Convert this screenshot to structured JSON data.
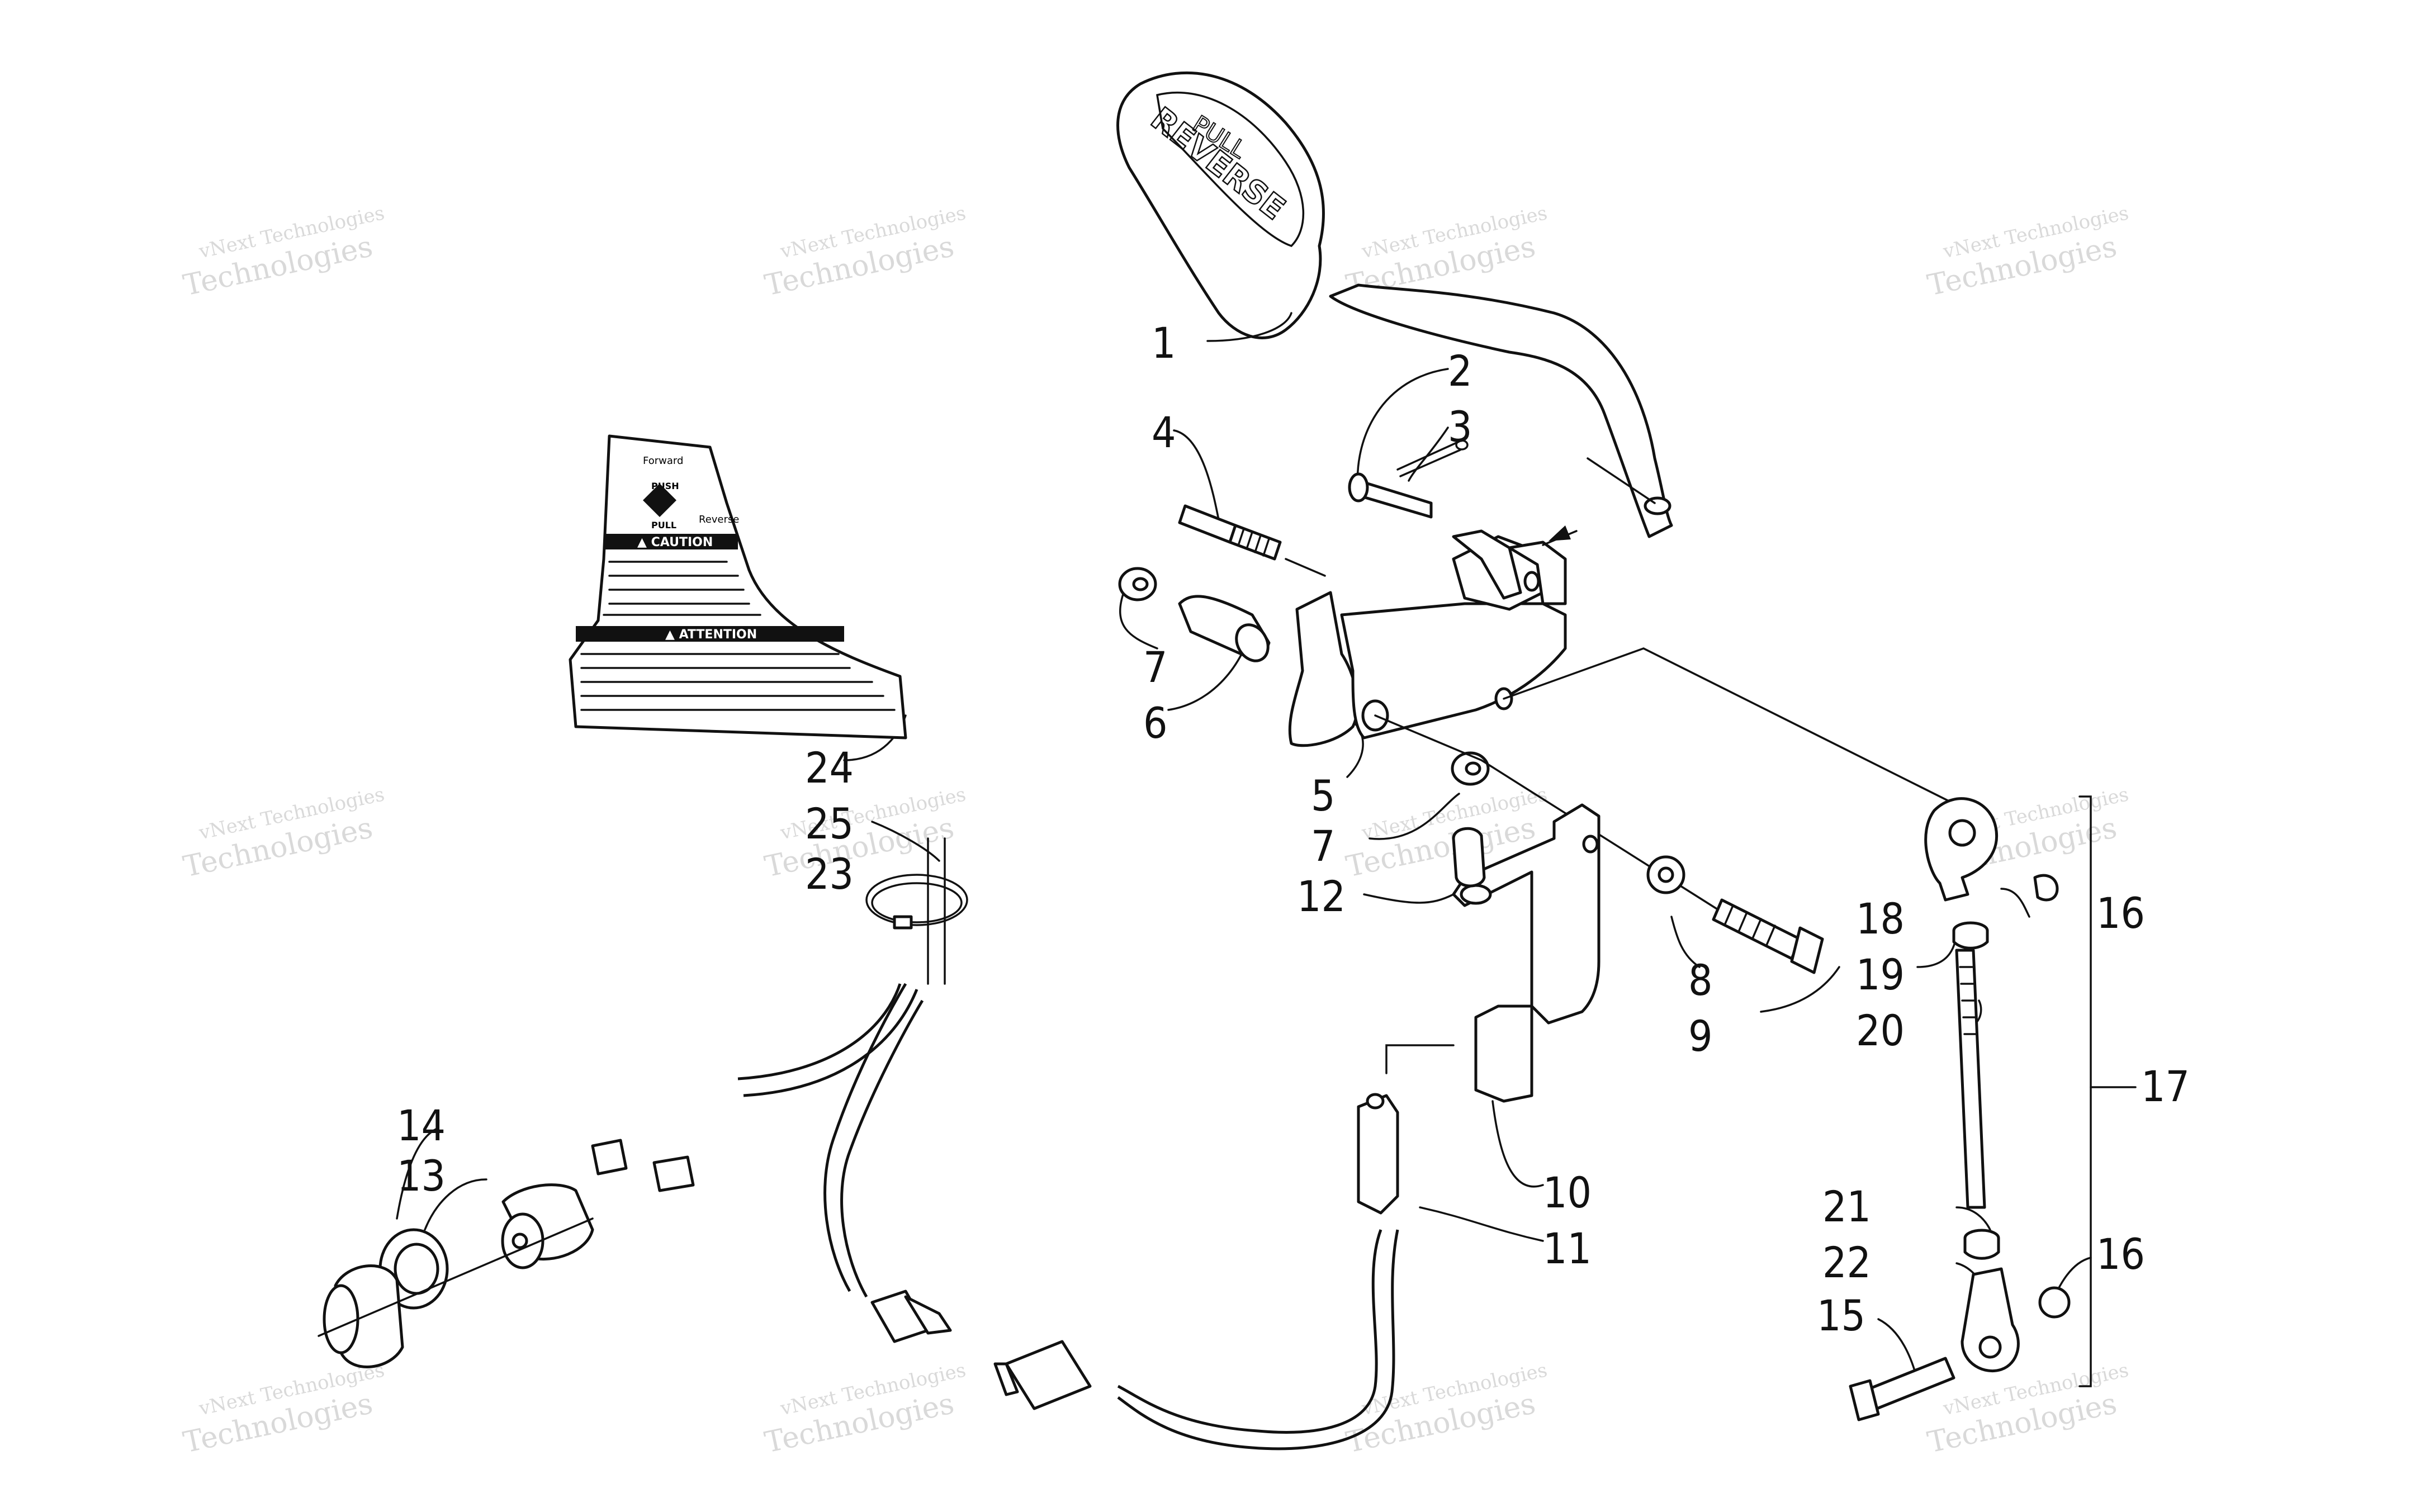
{
  "diagram": {
    "callouts": [
      "1",
      "2",
      "3",
      "4",
      "5",
      "6",
      "7",
      "7",
      "8",
      "9",
      "10",
      "11",
      "12",
      "13",
      "14",
      "15",
      "16",
      "16",
      "17",
      "18",
      "19",
      "20",
      "21",
      "22",
      "23",
      "24",
      "25"
    ],
    "watermark_line1": "vNext Technologies",
    "watermark_line2": "Technologies",
    "handle_text_top": "PULL",
    "handle_text_main": "REVERSE",
    "decal": {
      "top_labels": [
        "Forward",
        "PUSH",
        "PULL",
        "Reverse"
      ],
      "caution_title": "▲ CAUTION",
      "attention_title": "▲ ATTENTION"
    }
  }
}
